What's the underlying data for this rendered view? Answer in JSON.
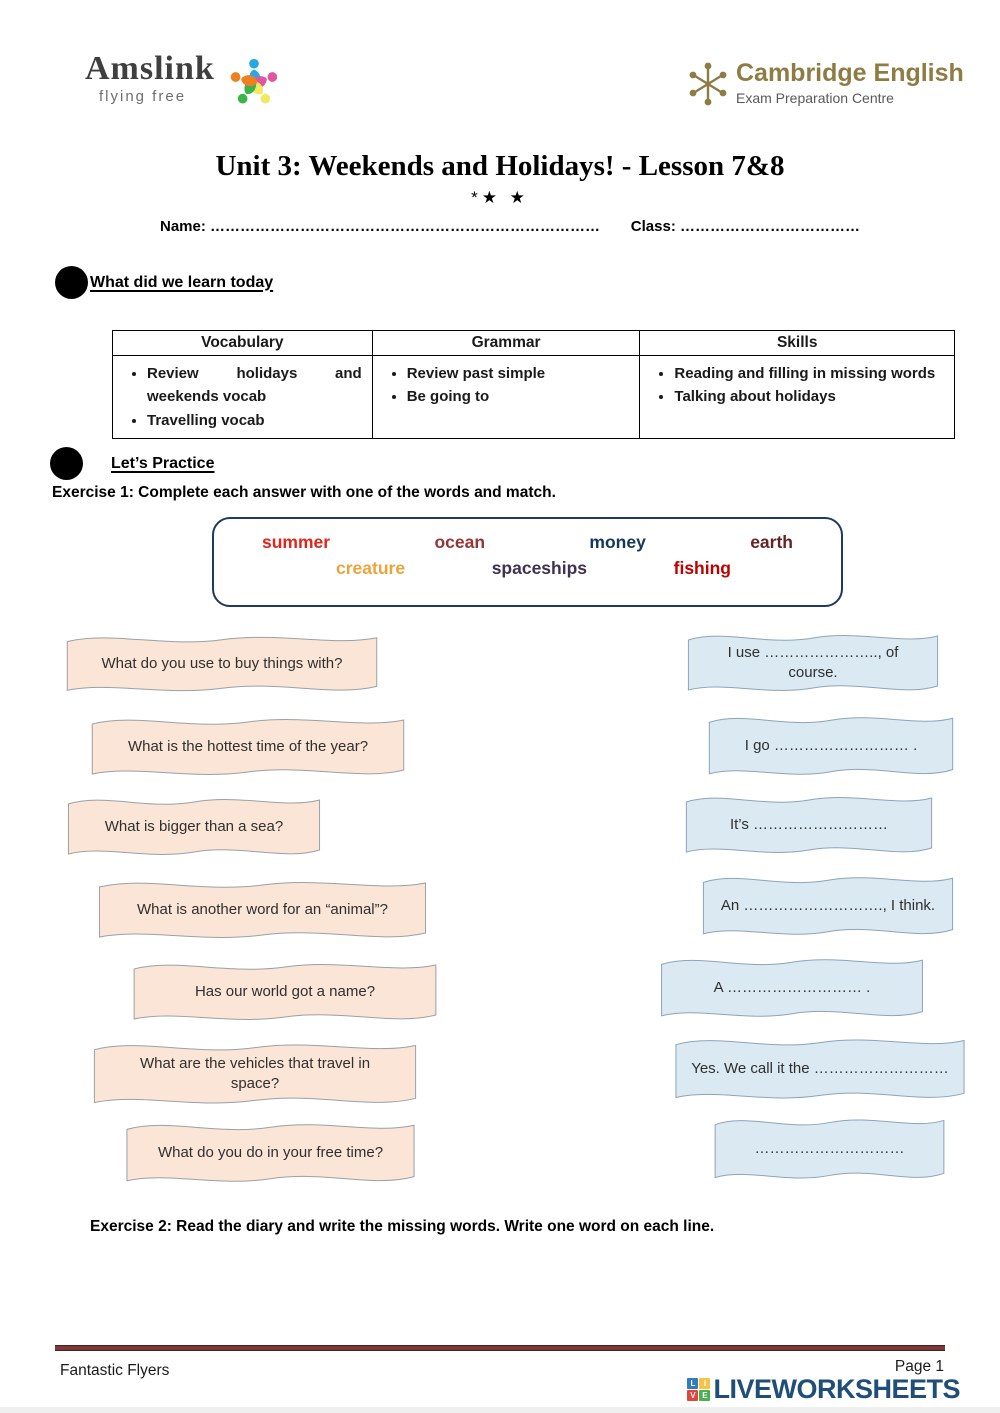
{
  "header": {
    "amslink": {
      "name": "Amslink",
      "tagline": "flying free"
    },
    "cambridge": {
      "name": "Cambridge English",
      "subtitle": "Exam Preparation Centre",
      "brand_color": "#8e7c45"
    }
  },
  "icons": {
    "amslink_logo": "people-circle-icon",
    "cambridge_logo": "dandelion-asterisk-icon",
    "section_bullet": "black-circle-bullet",
    "liveworksheets_logo": "live-letter-grid-icon"
  },
  "title": {
    "text": "Unit 3: Weekends and Holidays! - Lesson 7&8",
    "stars": "*★ ★"
  },
  "fields": {
    "name_label": "Name:",
    "name_dots": "……………………………………………………………………",
    "class_label": "Class:",
    "class_dots": "………………………………"
  },
  "section1": {
    "heading": "What did we learn today"
  },
  "table": {
    "headers": [
      "Vocabulary",
      "Grammar",
      "Skills"
    ],
    "columns": [
      {
        "items": [
          "Review holidays and weekends vocab",
          "Travelling vocab"
        ]
      },
      {
        "items": [
          "Review past simple",
          "Be going to"
        ]
      },
      {
        "items": [
          "Reading and filling in missing words",
          "Talking about holidays"
        ]
      }
    ]
  },
  "section2": {
    "heading": "Let’s Practice"
  },
  "exercise1": {
    "instruction": "Exercise 1: Complete each answer with one of the words and match.",
    "word_bank": [
      {
        "word": "summer",
        "color": "#e0261c"
      },
      {
        "word": "ocean",
        "color": "#943634"
      },
      {
        "word": "money",
        "color": "#17365d"
      },
      {
        "word": "earth",
        "color": "#632423"
      },
      {
        "word": "creature",
        "color": "#eda33c"
      },
      {
        "word": "spaceships",
        "color": "#3f3151"
      },
      {
        "word": "fishing",
        "color": "#c00000"
      }
    ],
    "questions": [
      "What do you use to buy things with?",
      "What is the hottest time of the year?",
      "What is bigger than a sea?",
      "What is another word for an “animal”?",
      "Has our world got a name?",
      "What are the vehicles that travel in space?",
      "What do you do in your free time?"
    ],
    "answers": [
      "I use ………………….., of course.",
      "I go ……………………… .",
      "It’s ………………………",
      "An ………………………., I think.",
      "A ……………………… .",
      "Yes. We call it the ………………………",
      "…………………………"
    ]
  },
  "exercise2": {
    "instruction": "Exercise 2: Read the diary and write the missing words. Write one word on each line."
  },
  "footer": {
    "left": "Fantastic Flyers",
    "page": "Page 1",
    "brand": "LIVEWORKSHEETS",
    "logo_cells": [
      {
        "ch": "L",
        "bg": "#2f7cc0"
      },
      {
        "ch": "I",
        "bg": "#f6c445"
      },
      {
        "ch": "V",
        "bg": "#e4453a"
      },
      {
        "ch": "E",
        "bg": "#4caf50"
      }
    ]
  }
}
